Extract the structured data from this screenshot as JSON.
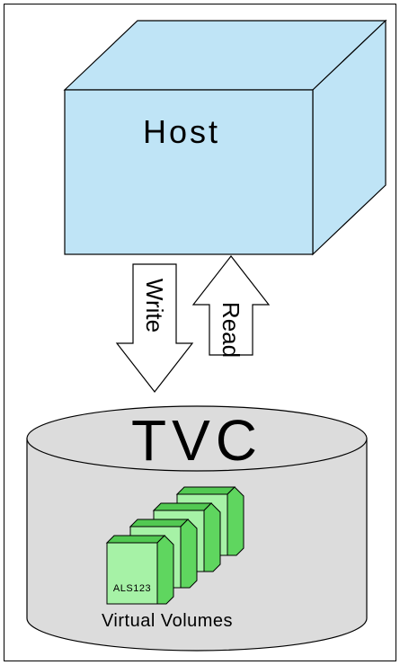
{
  "host": {
    "label": "Host"
  },
  "arrows": {
    "write_label": "Write",
    "read_label": "Read"
  },
  "storage": {
    "title": "TVC",
    "caption": "Virtual Volumes",
    "volume_label": "ALS123"
  },
  "colors": {
    "host_front": "#bfe4f6",
    "host_top": "#bfe4f6",
    "host_side": "#bfe4f6",
    "cylinder": "#dcdcdc",
    "volume_front": "#a6f2a6",
    "volume_top": "#52c952",
    "volume_side": "#5fd65f"
  }
}
